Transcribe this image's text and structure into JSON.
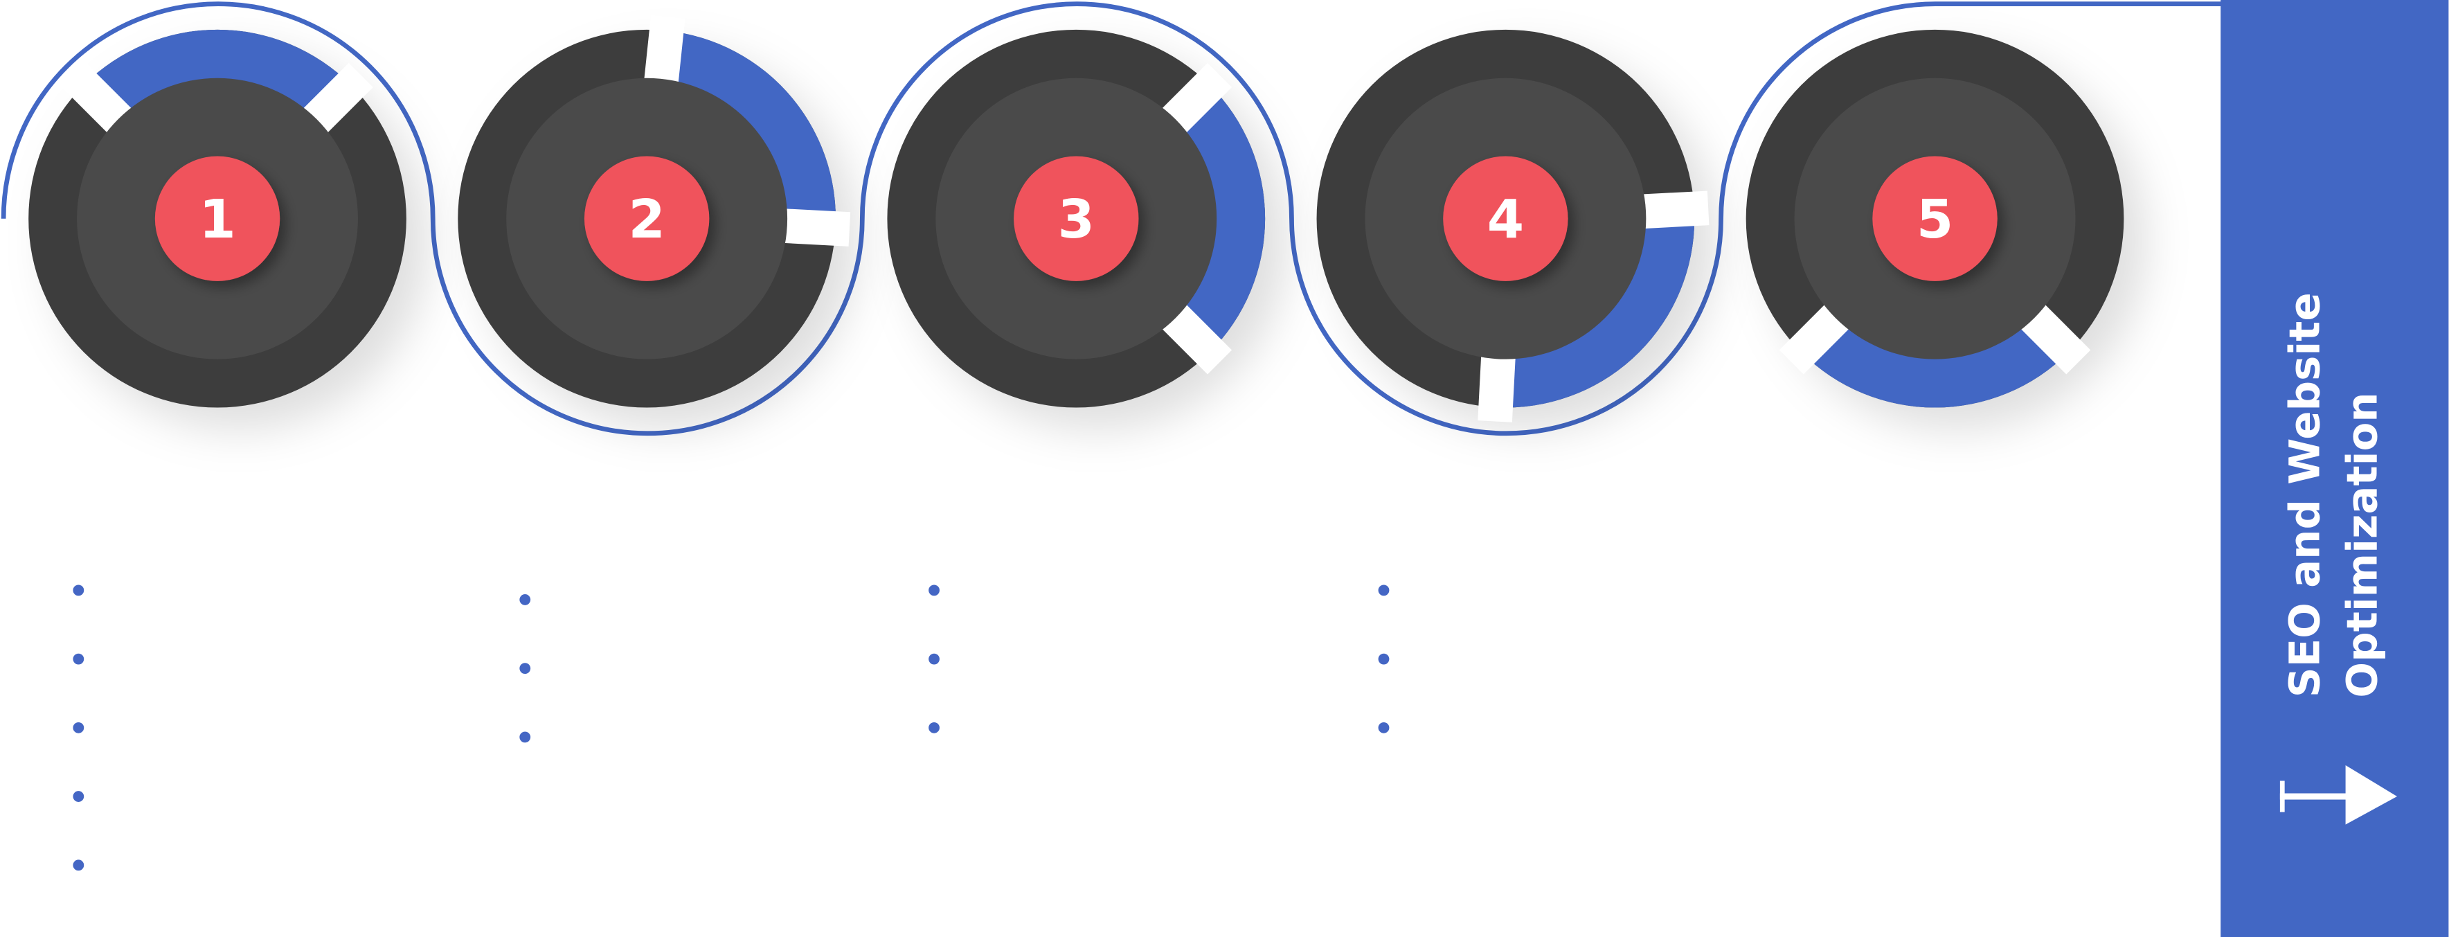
{
  "steps": [
    {
      "number": "1",
      "dots": 5
    },
    {
      "number": "2",
      "dots": 3
    },
    {
      "number": "3",
      "dots": 3
    },
    {
      "number": "4",
      "dots": 3
    },
    {
      "number": "5",
      "dots": 0
    }
  ],
  "panel": {
    "title_line1": "SEO and Website",
    "title_line2": "Optimization",
    "icon": "arrow-right-icon"
  },
  "colors": {
    "accent_blue": "#4267c4",
    "ring_dark": "#3d3d3d",
    "inner_dark": "#4a4a4a",
    "badge_red": "#f0525c",
    "dot_blue": "#4466c4"
  }
}
